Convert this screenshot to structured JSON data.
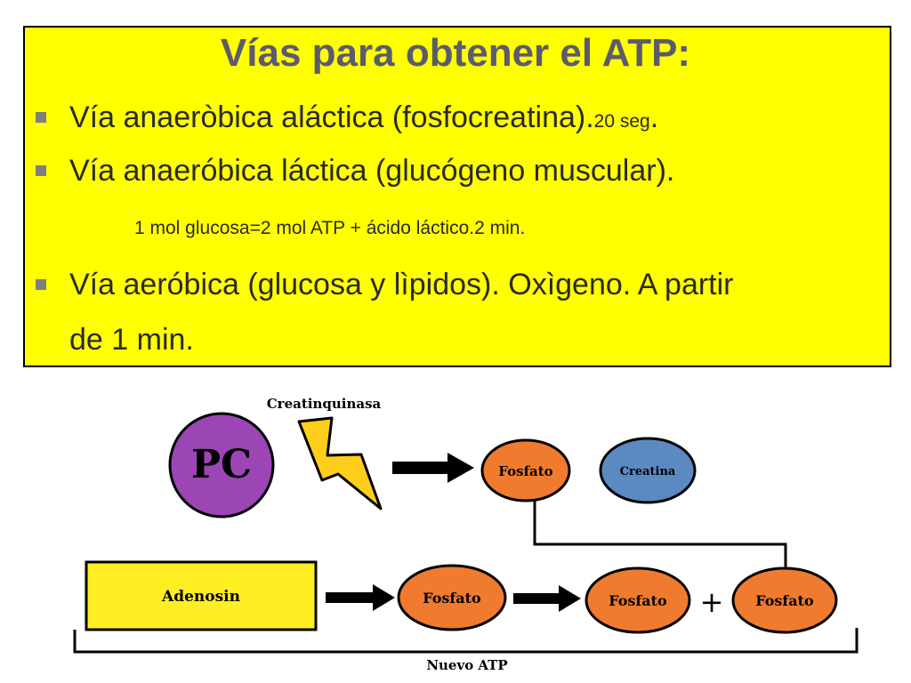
{
  "slide": {
    "title": "Vías para obtener el ATP:",
    "bullets": [
      {
        "main": "Vía anaeròbica aláctica (fosfocreatina).",
        "small": "20 seg",
        "tail": "."
      },
      {
        "main": "Vía anaeróbica láctica (glucógeno muscular)",
        "tail": "."
      },
      {
        "main": "Vía aeróbica (glucosa y lìpidos). Oxìgeno. A partir",
        "cont": "de 1 min."
      }
    ],
    "sub_line": "1 mol glucosa=2 mol ATP + ácido láctico.2 min."
  },
  "diagram": {
    "enzyme": "Creatinquinasa",
    "pc": "PC",
    "fosfato": "Fosfato",
    "creatina": "Creatina",
    "adenosin": "Adenosin",
    "plus": "+",
    "nuevo_atp": "Nuevo ATP"
  },
  "colors": {
    "slide_bg": "#ffff00",
    "title": "#5b5b6e",
    "pc_circle": "#9b46b4",
    "fosfato": "#f07b2e",
    "creatina": "#5b8ac3",
    "adenosin_box": "#ffee22",
    "lightning": "#ffce1a"
  }
}
